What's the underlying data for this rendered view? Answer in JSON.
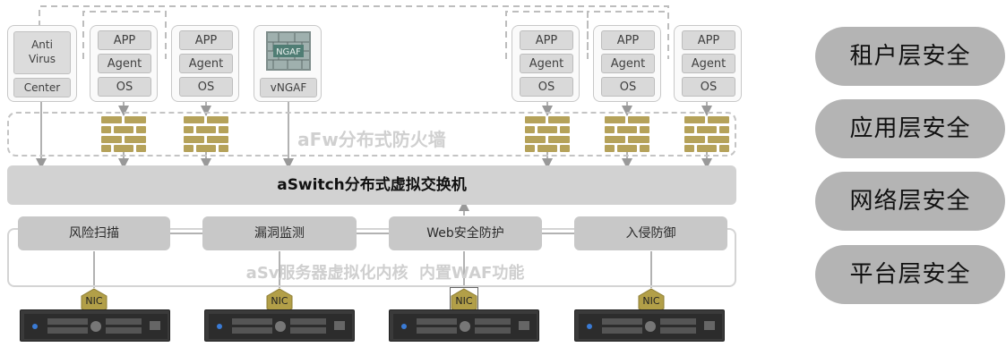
{
  "left_cards": [
    {
      "type": "antivirus",
      "main": "Anti\nVirus",
      "bottom": "Center"
    },
    {
      "type": "stack",
      "items": [
        "APP",
        "Agent",
        "OS"
      ]
    },
    {
      "type": "stack",
      "items": [
        "APP",
        "Agent",
        "OS"
      ]
    },
    {
      "type": "ngaf",
      "label": "vNGAF"
    }
  ],
  "right_cards": [
    {
      "type": "stack",
      "items": [
        "APP",
        "Agent",
        "OS"
      ]
    },
    {
      "type": "stack",
      "items": [
        "APP",
        "Agent",
        "OS"
      ]
    },
    {
      "type": "stack",
      "items": [
        "APP",
        "Agent",
        "OS"
      ]
    }
  ],
  "firewall": {
    "title": "aFw分布式防火墙",
    "wall_color": "#b5a25a"
  },
  "switch": {
    "title": "aSwitch分布式虚拟交换机"
  },
  "asv": {
    "modules": [
      "风险扫描",
      "漏洞监测",
      "Web安全防护",
      "入侵防御"
    ],
    "title": "aSv服务器虚拟化内核  内置WAF功能"
  },
  "nic": {
    "label": "NIC",
    "color": "#b29f48"
  },
  "servers": {
    "count": 4
  },
  "security_levels": [
    "租户层安全",
    "应用层安全",
    "网络层安全",
    "平台层安全"
  ]
}
